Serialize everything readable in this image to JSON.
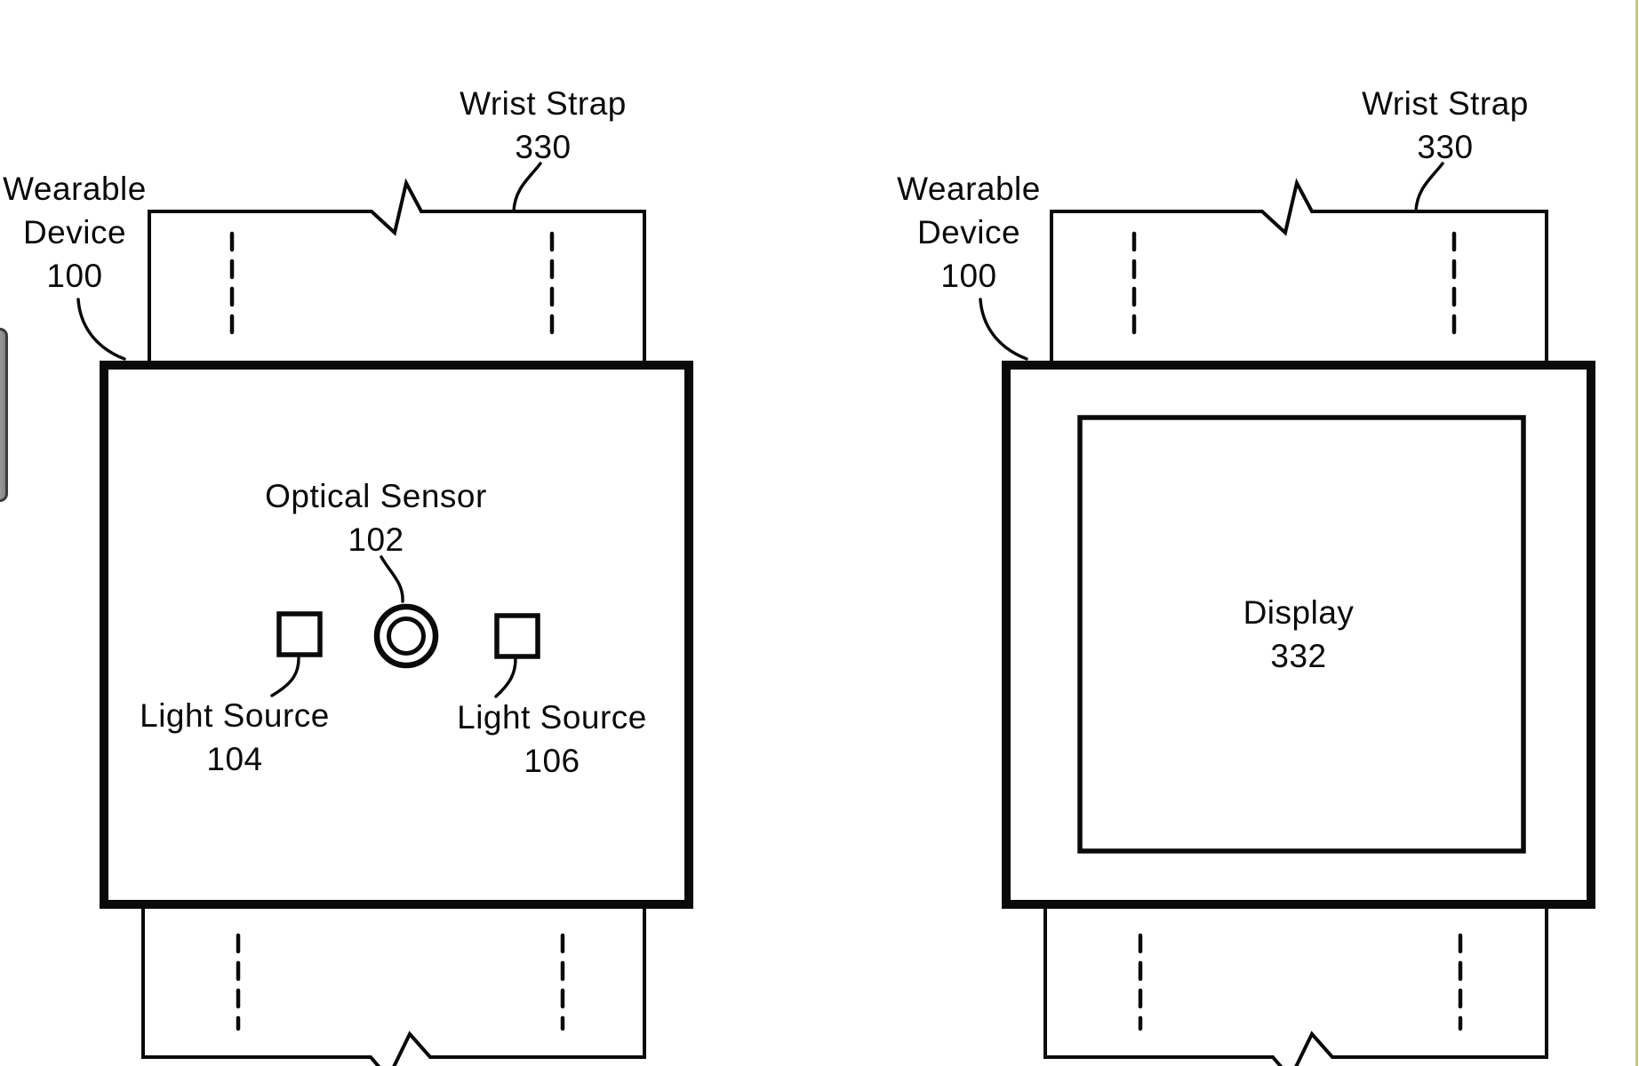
{
  "palette": {
    "background": "#ffffff",
    "line_color": "#0a0a0a",
    "edge_line_color": "#d5c572",
    "handle_fill": "#8d8d8d",
    "handle_border": "#3c3c3c"
  },
  "figure_left": {
    "wearable_device_label": {
      "line1": "Wearable",
      "line2": "Device",
      "ref": "100"
    },
    "wrist_strap_label": {
      "line1": "Wrist Strap",
      "ref": "330"
    },
    "optical_sensor_label": {
      "line1": "Optical Sensor",
      "ref": "102"
    },
    "light_source_left_label": {
      "line1": "Light Source",
      "ref": "104"
    },
    "light_source_right_label": {
      "line1": "Light Source",
      "ref": "106"
    }
  },
  "figure_right": {
    "wearable_device_label": {
      "line1": "Wearable",
      "line2": "Device",
      "ref": "100"
    },
    "wrist_strap_label": {
      "line1": "Wrist Strap",
      "ref": "330"
    },
    "display_label": {
      "line1": "Display",
      "ref": "332"
    }
  }
}
